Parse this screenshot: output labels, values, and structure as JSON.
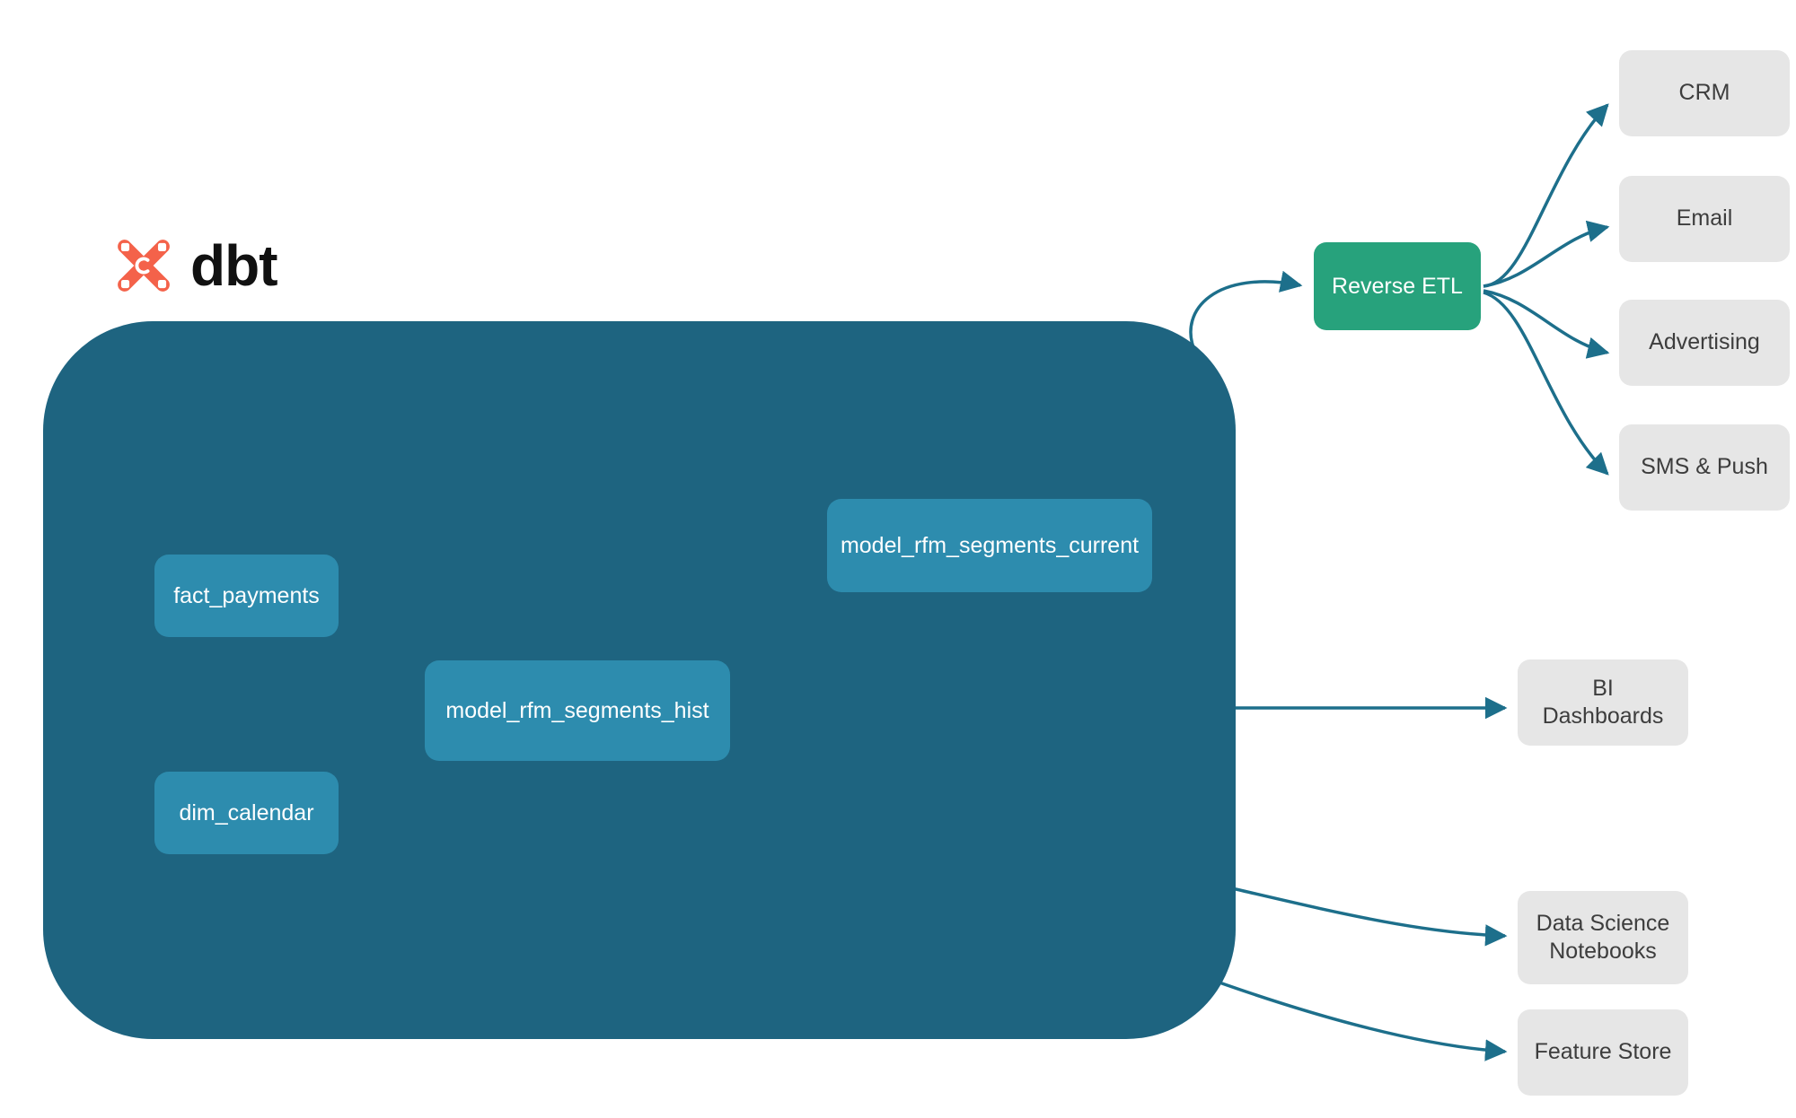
{
  "brand": {
    "name": "dbt",
    "mark_icon": "dbt-logo-icon",
    "mark_color": "#f4624a",
    "text_color": "#111111"
  },
  "colors": {
    "project_container": "#1e6480",
    "model_node": "#2d8cae",
    "reverse_etl_node": "#27a27c",
    "destination_node": "#e6e6e6",
    "edge": "#1d6f8b",
    "canvas": "#ffffff"
  },
  "project": {
    "models": [
      {
        "id": "fact_payments",
        "label": "fact_payments"
      },
      {
        "id": "dim_calendar",
        "label": "dim_calendar"
      },
      {
        "id": "model_rfm_segments_hist",
        "label": "model_rfm_segments_hist"
      },
      {
        "id": "model_rfm_segments_current",
        "label": "model_rfm_segments_current"
      }
    ]
  },
  "activation": {
    "reverse_etl": {
      "label": "Reverse ETL"
    },
    "channels": [
      {
        "id": "crm",
        "label": "CRM"
      },
      {
        "id": "email",
        "label": "Email"
      },
      {
        "id": "advertising",
        "label": "Advertising"
      },
      {
        "id": "sms_push",
        "label": "SMS & Push"
      }
    ]
  },
  "consumers": [
    {
      "id": "bi_dashboards",
      "label": "BI Dashboards"
    },
    {
      "id": "data_science_notebooks",
      "label": "Data Science Notebooks"
    },
    {
      "id": "feature_store",
      "label": "Feature Store"
    }
  ],
  "edges": [
    {
      "from": "fact_payments",
      "to": "model_rfm_segments_hist"
    },
    {
      "from": "dim_calendar",
      "to": "model_rfm_segments_hist"
    },
    {
      "from": "model_rfm_segments_hist",
      "to": "model_rfm_segments_current"
    },
    {
      "from": "model_rfm_segments_current",
      "to": "reverse_etl"
    },
    {
      "from": "model_rfm_segments_hist",
      "to": "bi_dashboards"
    },
    {
      "from": "model_rfm_segments_hist",
      "to": "data_science_notebooks"
    },
    {
      "from": "model_rfm_segments_hist",
      "to": "feature_store"
    },
    {
      "from": "reverse_etl",
      "to": "crm"
    },
    {
      "from": "reverse_etl",
      "to": "email"
    },
    {
      "from": "reverse_etl",
      "to": "advertising"
    },
    {
      "from": "reverse_etl",
      "to": "sms_push"
    }
  ]
}
